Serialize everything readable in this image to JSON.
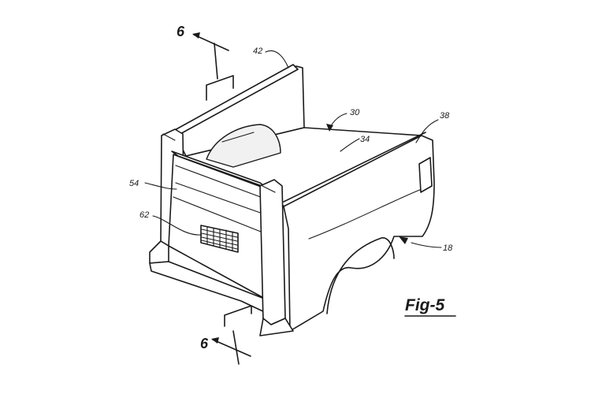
{
  "figure_label": "Fig-5",
  "section_marks": {
    "top": "6",
    "bottom": "6"
  },
  "callouts": {
    "rail": "42",
    "bed_assembly": "30",
    "floor": "34",
    "side_wall": "38",
    "panel": "54",
    "vent": "62",
    "fender": "18"
  }
}
